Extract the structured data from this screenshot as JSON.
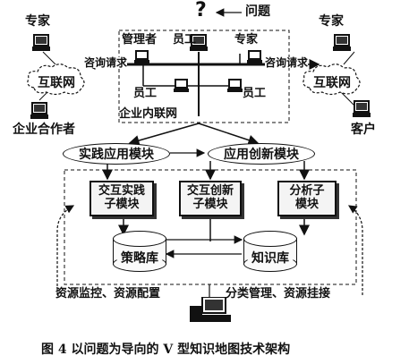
{
  "question_label": "问题",
  "question_mark": "?",
  "experts": {
    "left": "专家",
    "right": "专家",
    "inner": "专家"
  },
  "roles": {
    "manager": "管理者",
    "employee_top": "员工",
    "employee_left": "员工",
    "employee_right": "员工"
  },
  "consult": {
    "left": "咨询请求",
    "right": "咨询请求"
  },
  "internet": {
    "left": "互联网",
    "right": "互联网"
  },
  "partner": "企业合作者",
  "customer": "客户",
  "intranet": "企业内联网",
  "modules": {
    "practice": "实践应用模块",
    "innovation": "应用创新模块",
    "interactive_practice_1": "交互实践",
    "interactive_practice_2": "子模块",
    "interactive_innovation_1": "交互创新",
    "interactive_innovation_2": "子模块",
    "analysis_1": "分析子",
    "analysis_2": "模块"
  },
  "databases": {
    "strategy": "策略库",
    "knowledge": "知识库"
  },
  "bottom": {
    "left": "资源监控、资源配置",
    "right": "分类管理、资源挂接"
  },
  "caption": "图 4    以问题为导向的 V 型知识地图技术架构"
}
